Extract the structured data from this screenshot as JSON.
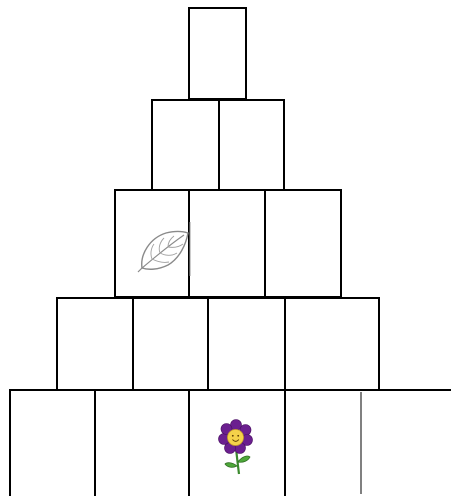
{
  "diagram": {
    "type": "block-pyramid",
    "rows": [
      {
        "row": 1,
        "cells": 1
      },
      {
        "row": 2,
        "cells": 2
      },
      {
        "row": 3,
        "cells": 3
      },
      {
        "row": 4,
        "cells": 4
      },
      {
        "row": 5,
        "cells": 5
      }
    ],
    "pictures": [
      {
        "icon": "leaf-icon",
        "row": 3,
        "cell": 1
      },
      {
        "icon": "flower-icon",
        "row": 5,
        "cell": 3
      }
    ],
    "colors": {
      "line": "#000000",
      "flower_petals": "#6b1f8f",
      "flower_center": "#f4d24a",
      "stem": "#3c8a2e",
      "leaf_outline": "#8a8a8a"
    }
  }
}
